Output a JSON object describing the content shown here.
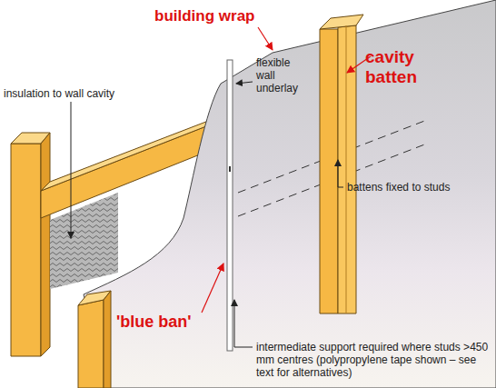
{
  "diagram": {
    "labels": [
      "building wrap",
      "insulation to wall cavity",
      "flexible wall underlay",
      "cavity batten",
      "battens fixed to studs",
      "'blue ban'",
      "intermediate support required where studs >450 mm centres (polypropylene tape shown – see text for alternatives)"
    ]
  }
}
